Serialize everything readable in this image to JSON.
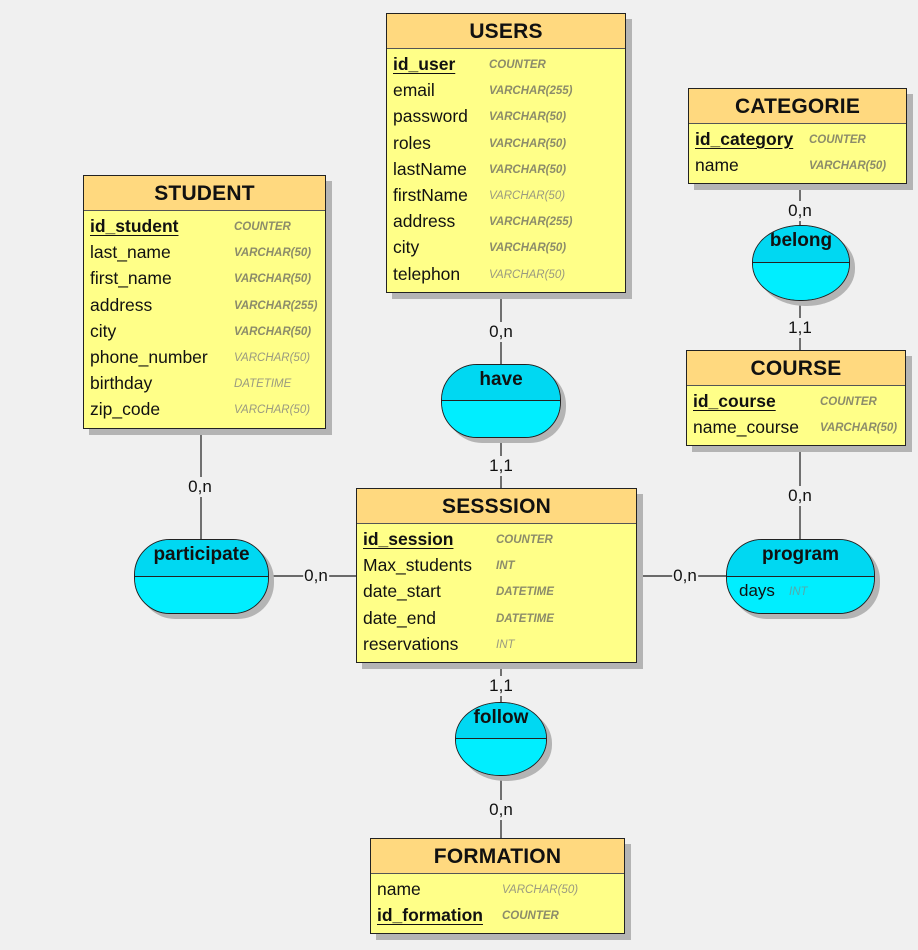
{
  "diagram": {
    "type": "MCD entity-relationship diagram",
    "entities": [
      {
        "id": "users",
        "name": "USERS",
        "fields": [
          {
            "name": "id_user",
            "type": "COUNTER",
            "pk": true
          },
          {
            "name": "email",
            "type": "VARCHAR(255)",
            "pk": false
          },
          {
            "name": "password",
            "type": "VARCHAR(50)",
            "pk": false
          },
          {
            "name": "roles",
            "type": "VARCHAR(50)",
            "pk": false
          },
          {
            "name": "lastName",
            "type": "VARCHAR(50)",
            "pk": false
          },
          {
            "name": "firstName",
            "type": "VARCHAR(50)",
            "pk": false
          },
          {
            "name": "address",
            "type": "VARCHAR(255)",
            "pk": false
          },
          {
            "name": "city",
            "type": "VARCHAR(50)",
            "pk": false
          },
          {
            "name": "telephon",
            "type": "VARCHAR(50)",
            "pk": false
          }
        ]
      },
      {
        "id": "categorie",
        "name": "CATEGORIE",
        "fields": [
          {
            "name": "id_category",
            "type": "COUNTER",
            "pk": true
          },
          {
            "name": "name",
            "type": "VARCHAR(50)",
            "pk": false
          }
        ]
      },
      {
        "id": "student",
        "name": "STUDENT",
        "fields": [
          {
            "name": "id_student",
            "type": "COUNTER",
            "pk": true
          },
          {
            "name": "last_name",
            "type": "VARCHAR(50)",
            "pk": false
          },
          {
            "name": "first_name",
            "type": "VARCHAR(50)",
            "pk": false
          },
          {
            "name": "address",
            "type": "VARCHAR(255)",
            "pk": false
          },
          {
            "name": "city",
            "type": "VARCHAR(50)",
            "pk": false
          },
          {
            "name": "phone_number",
            "type": "VARCHAR(50)",
            "pk": false
          },
          {
            "name": "birthday",
            "type": "DATETIME",
            "pk": false
          },
          {
            "name": "zip_code",
            "type": "VARCHAR(50)",
            "pk": false
          }
        ]
      },
      {
        "id": "course",
        "name": "COURSE",
        "fields": [
          {
            "name": "id_course",
            "type": "COUNTER",
            "pk": true
          },
          {
            "name": "name_course",
            "type": "VARCHAR(50)",
            "pk": false
          }
        ]
      },
      {
        "id": "session",
        "name": "SESSSION",
        "fields": [
          {
            "name": "id_session",
            "type": "COUNTER",
            "pk": true
          },
          {
            "name": "Max_students",
            "type": "INT",
            "pk": false
          },
          {
            "name": "date_start",
            "type": "DATETIME",
            "pk": false
          },
          {
            "name": "date_end",
            "type": "DATETIME",
            "pk": false
          },
          {
            "name": "reservations",
            "type": "INT",
            "pk": false
          }
        ]
      },
      {
        "id": "formation",
        "name": "FORMATION",
        "fields": [
          {
            "name": "name",
            "type": "VARCHAR(50)",
            "pk": false
          },
          {
            "name": "id_formation",
            "type": "COUNTER",
            "pk": true
          }
        ]
      }
    ],
    "relationships": [
      {
        "id": "have",
        "name": "have",
        "attributes": []
      },
      {
        "id": "belong",
        "name": "belong",
        "attributes": []
      },
      {
        "id": "participate",
        "name": "participate",
        "attributes": []
      },
      {
        "id": "program",
        "name": "program",
        "attributes": [
          {
            "name": "days",
            "type": "INT"
          }
        ]
      },
      {
        "id": "follow",
        "name": "follow",
        "attributes": []
      }
    ],
    "links": [
      {
        "relationship": "have",
        "entity": "users",
        "cardinality": "0,n"
      },
      {
        "relationship": "have",
        "entity": "session",
        "cardinality": "1,1"
      },
      {
        "relationship": "belong",
        "entity": "categorie",
        "cardinality": "0,n"
      },
      {
        "relationship": "belong",
        "entity": "course",
        "cardinality": "1,1"
      },
      {
        "relationship": "participate",
        "entity": "student",
        "cardinality": "0,n"
      },
      {
        "relationship": "participate",
        "entity": "session",
        "cardinality": "0,n"
      },
      {
        "relationship": "program",
        "entity": "course",
        "cardinality": "0,n"
      },
      {
        "relationship": "program",
        "entity": "session",
        "cardinality": "0,n"
      },
      {
        "relationship": "follow",
        "entity": "session",
        "cardinality": "1,1"
      },
      {
        "relationship": "follow",
        "entity": "formation",
        "cardinality": "0,n"
      }
    ]
  },
  "colors": {
    "canvas_background": "#f0f0f0",
    "entity_header": "#ffd97f",
    "entity_body": "#ffff88",
    "relationship_fill": "#00e5ff",
    "type_text": "#8c8c6a"
  }
}
